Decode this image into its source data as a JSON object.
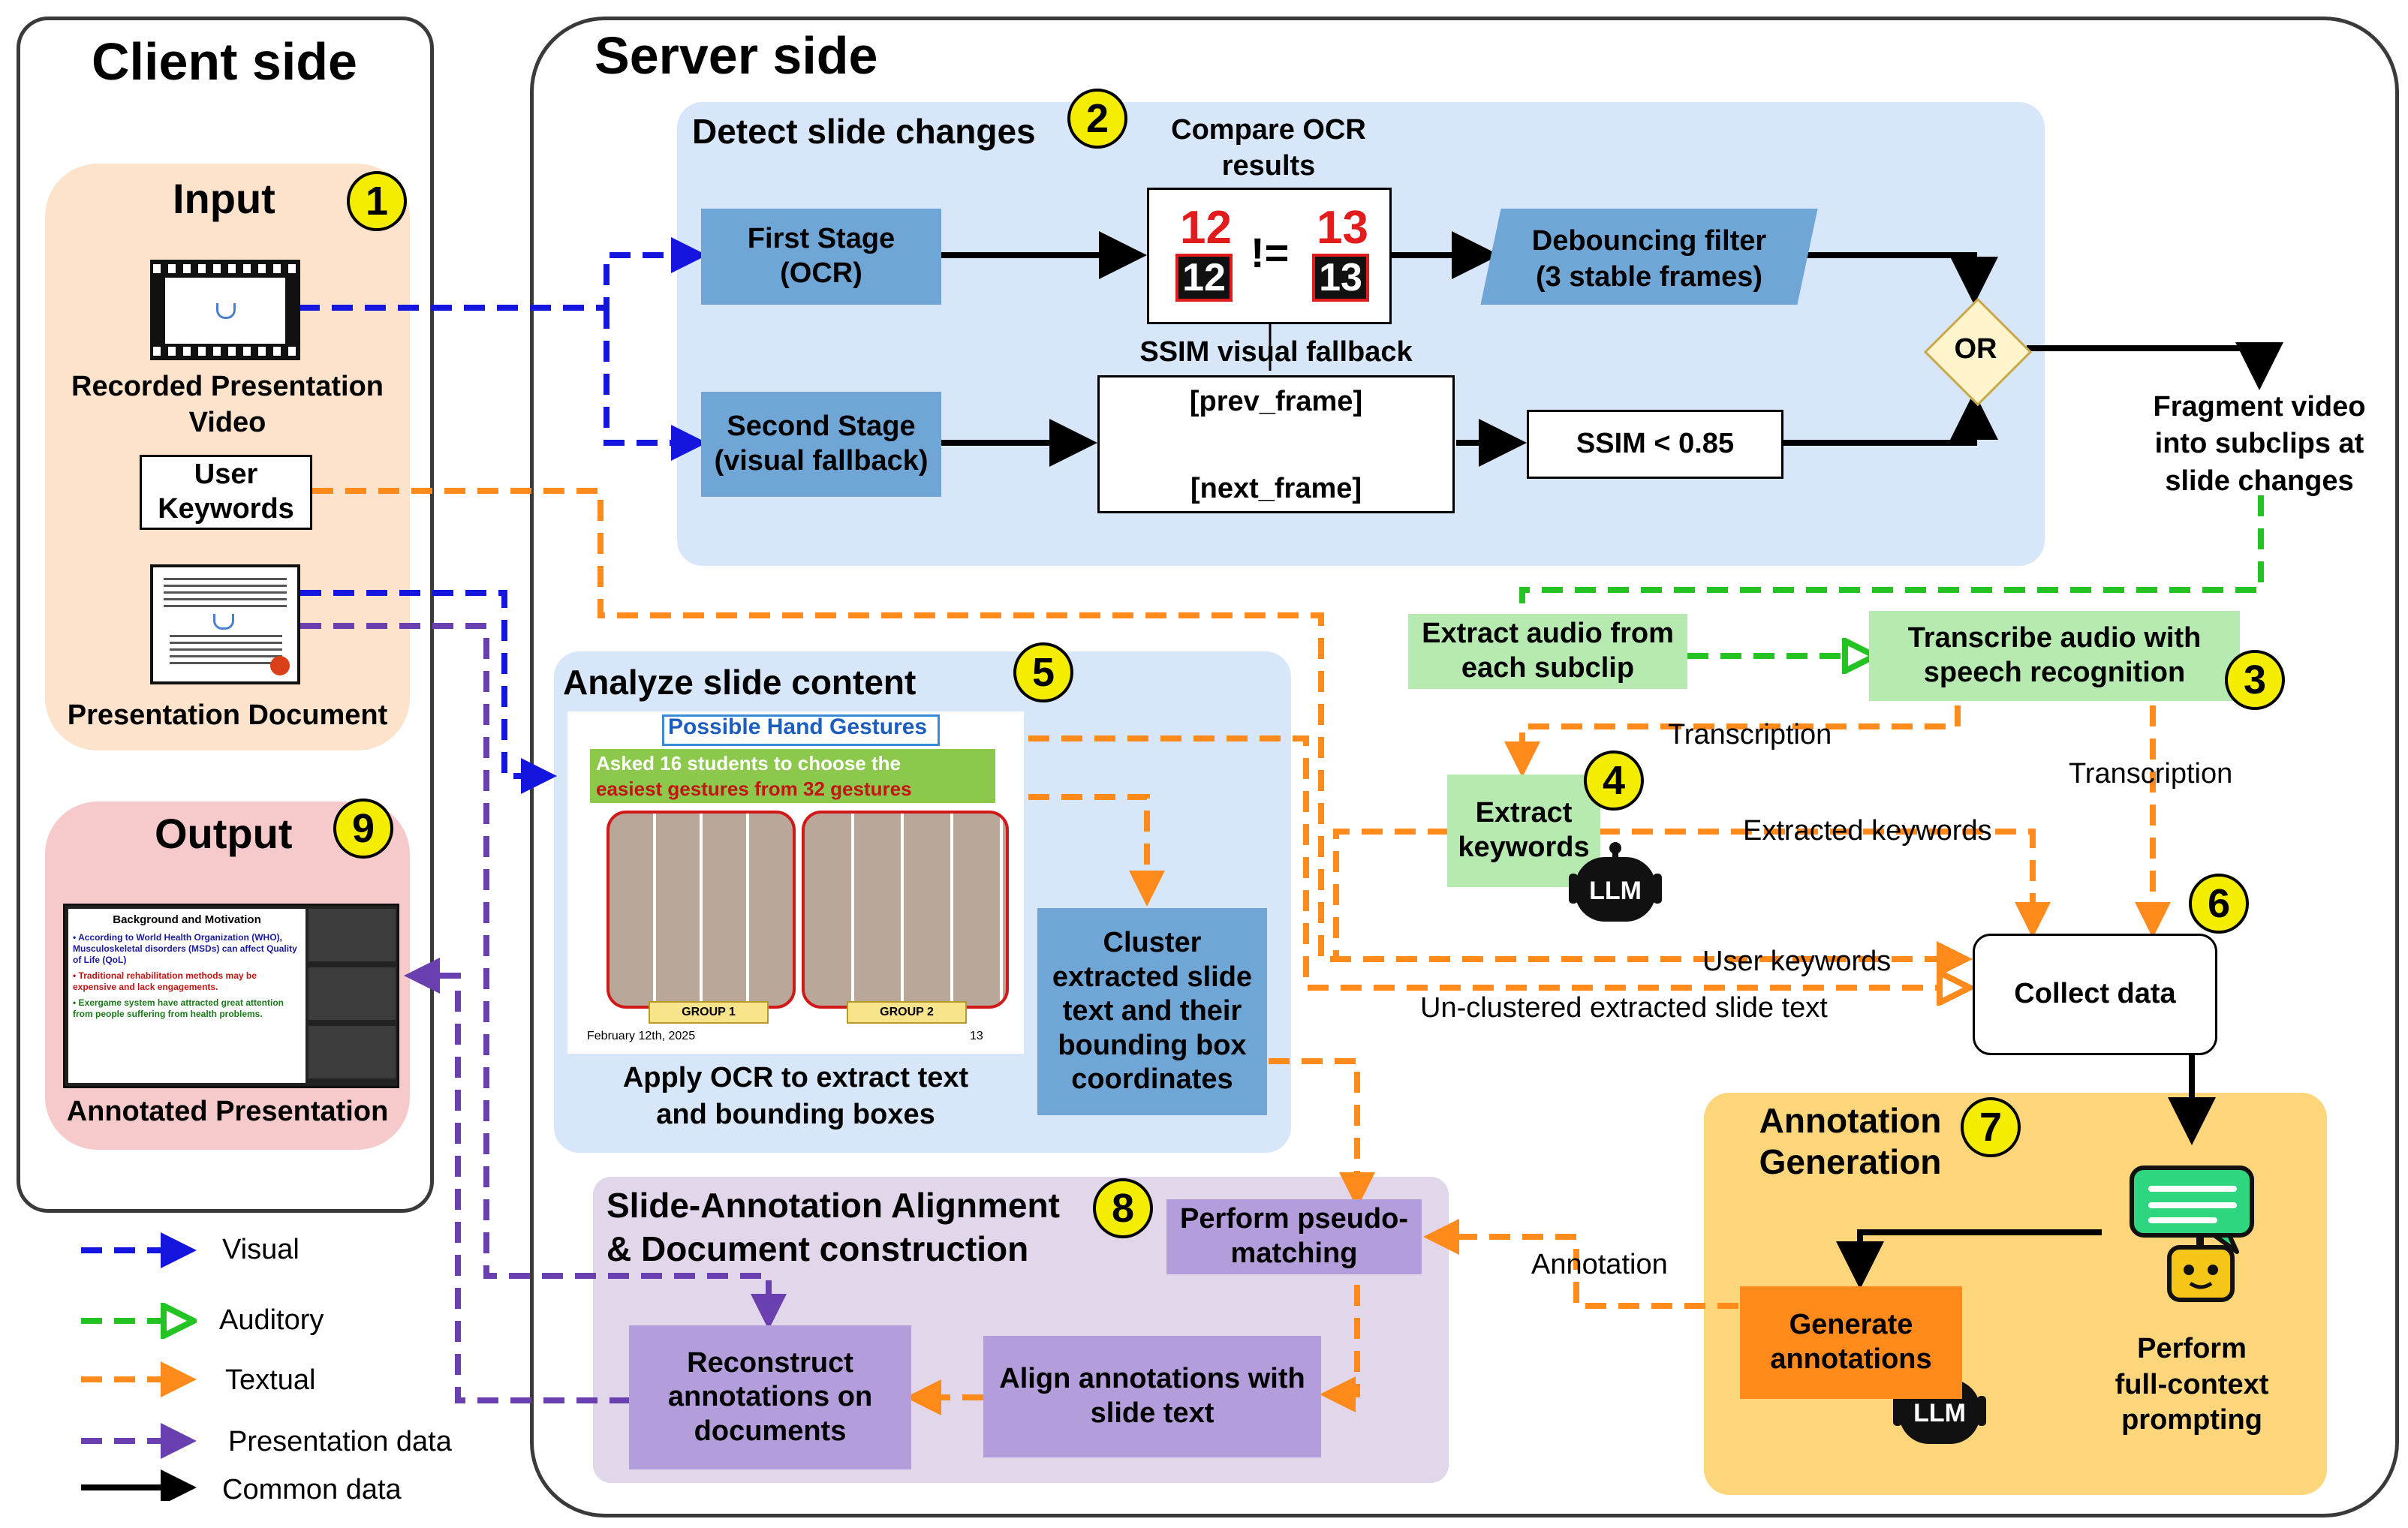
{
  "client": {
    "title": "Client side",
    "input_title": "Input",
    "video_label": "Recorded Presentation\nVideo",
    "keywords_label": "User\nKeywords",
    "document_label": "Presentation Document",
    "output_title": "Output",
    "output_label": "Annotated Presentation",
    "thumb_slide": {
      "heading": "Background and Motivation",
      "lines": [
        "• According to World Health Organization (WHO), Musculoskeletal disorders (MSDs) can affect Quality of Life (QoL)",
        "• Traditional rehabilitation methods may be expensive and lack engagements.",
        "• Exergame system have attracted great attention from people suffering from health problems."
      ]
    }
  },
  "server": {
    "title": "Server side",
    "detect": {
      "title": "Detect slide changes",
      "first_stage": "First Stage\n(OCR)",
      "second_stage": "Second Stage\n(visual fallback)",
      "compare_title": "Compare OCR\nresults",
      "num_a": "12",
      "num_b": "13",
      "neq": "!=",
      "fallback_label": "SSIM visual fallback",
      "prev_frame": "[prev_frame]",
      "next_frame": "[next_frame]",
      "debounce": "Debouncing filter\n(3 stable frames)",
      "ssim": "SSIM < 0.85",
      "or": "OR",
      "fragment": "Fragment video\ninto subclips at\nslide changes"
    },
    "audio": {
      "extract_audio": "Extract audio from\neach subclip",
      "transcribe": "Transcribe audio with\nspeech recognition",
      "transcription_a": "Transcription",
      "transcription_b": "Transcription",
      "extract_keywords": "Extract\nkeywords",
      "extracted_keywords": "Extracted keywords",
      "user_keywords": "User keywords",
      "unclustered": "Un-clustered extracted slide text",
      "collect": "Collect data"
    },
    "analyze": {
      "title": "Analyze slide content",
      "slide_title": "Possible Hand Gestures",
      "slide_line1": "Asked 16 students to choose the",
      "slide_line2": "easiest gestures from 32 gestures",
      "group1": "GROUP 1",
      "group2": "GROUP 2",
      "date": "February 12th, 2025",
      "page": "13",
      "ocr_caption": "Apply OCR to extract text\nand bounding boxes",
      "cluster": "Cluster\nextracted slide\ntext and their\nbounding box\ncoordinates"
    },
    "annotation": {
      "title": "Annotation\nGeneration",
      "generate": "Generate\nannotations",
      "prompting": "Perform\nfull-context\nprompting",
      "annotation_label": "Annotation",
      "llm": "LLM"
    },
    "alignment": {
      "title": "Slide-Annotation Alignment\n& Document construction",
      "pseudo": "Perform pseudo-\nmatching",
      "align": "Align annotations with\nslide text",
      "reconstruct": "Reconstruct\nannotations on\ndocuments"
    },
    "badges": [
      "1",
      "2",
      "3",
      "4",
      "5",
      "6",
      "7",
      "8",
      "9"
    ]
  },
  "legend": {
    "items": [
      {
        "label": "Visual",
        "color": "#1515e0"
      },
      {
        "label": "Auditory",
        "color": "#22c322"
      },
      {
        "label": "Textual",
        "color": "#ff8a1c"
      },
      {
        "label": "Presentation data",
        "color": "#6a3fb0"
      },
      {
        "label": "Common data",
        "color": "#000000"
      }
    ]
  },
  "colors": {
    "input_bg": "#fde2cc",
    "output_bg": "#f6caca",
    "detect_bg": "#d7e6f8",
    "analyze_bg": "#d7e6f8",
    "align_bg": "#e1d6ea",
    "annot_bg": "#fdd57a",
    "stage_box": "#6fa6d6",
    "green_box": "#b7eab0",
    "purple_box": "#b39ddb",
    "orange_box": "#ff8a1c"
  }
}
